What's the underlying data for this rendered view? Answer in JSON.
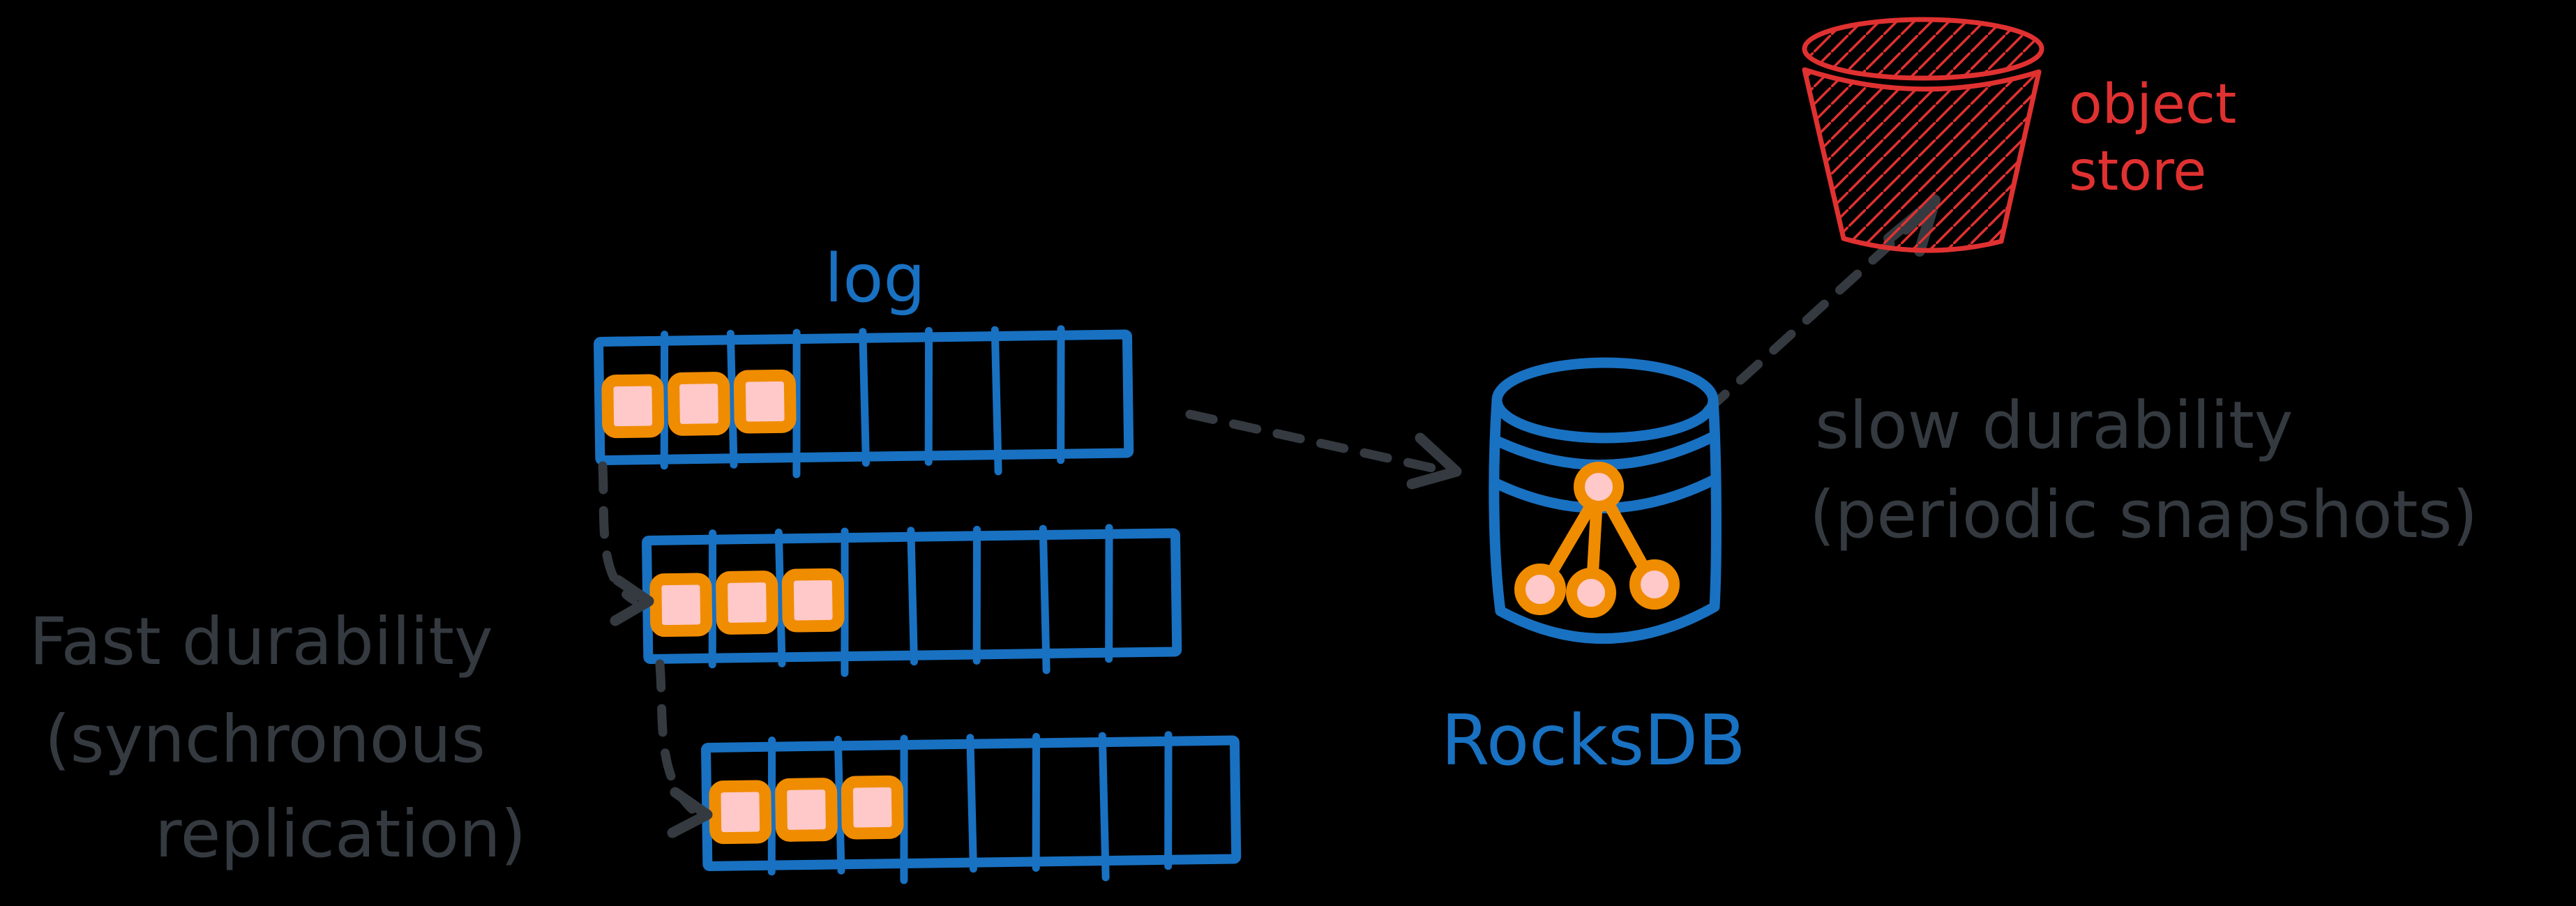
{
  "page": {
    "background": "#000000"
  },
  "palette": {
    "blue": "#1971c2",
    "orange": "#f08c00",
    "pink": "#ffc9c9",
    "red": "#e03131",
    "gray": "#343a40"
  },
  "log": {
    "label": "log",
    "segments": [
      {
        "cells": 8,
        "filled": 3
      },
      {
        "cells": 8,
        "filled": 3
      },
      {
        "cells": 8,
        "filled": 3
      }
    ]
  },
  "rocksdb": {
    "label": "RocksDB"
  },
  "object_store": {
    "label_line1": "object",
    "label_line2": "store"
  },
  "annotations": {
    "fast_durability": {
      "line1": "Fast durability",
      "line2": "(synchronous",
      "line3": "replication)"
    },
    "slow_durability": {
      "line1": "slow durability",
      "line2": "(periodic snapshots)"
    }
  }
}
